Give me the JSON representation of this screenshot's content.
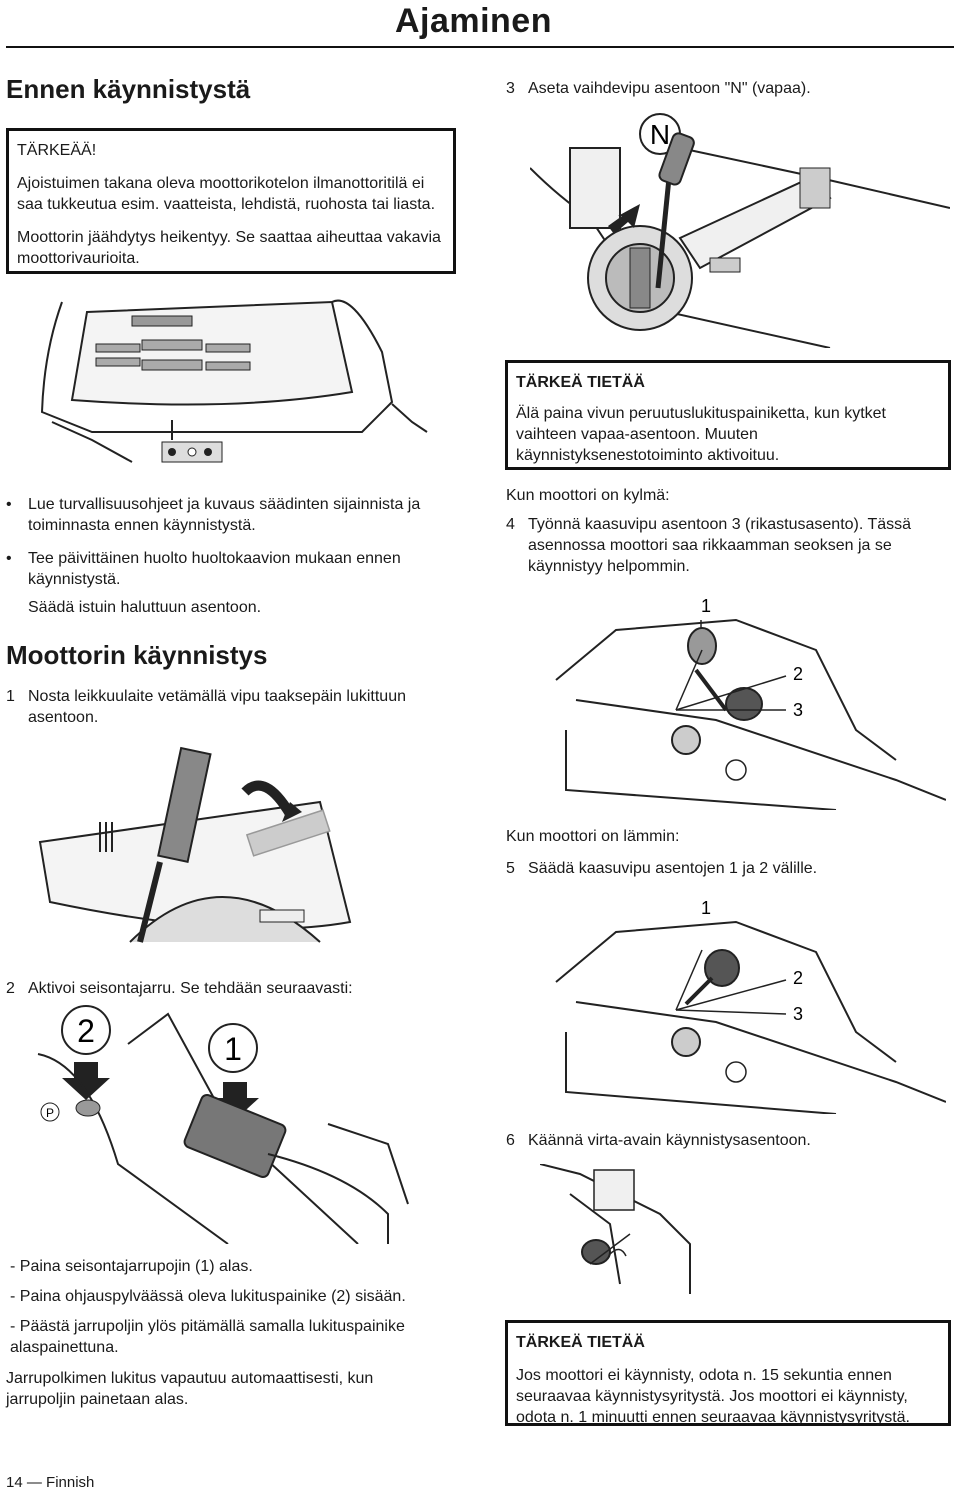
{
  "header": {
    "title": "Ajaminen"
  },
  "left": {
    "section_title": "Ennen käynnistystä",
    "warning": {
      "title": "TÄRKEÄÄ!",
      "p1": "Ajoistuimen takana oleva moottorikotelon ilmanottoritilä ei saa tukkeutua esim. vaatteista, lehdistä, ruohosta tai liasta.",
      "p2": "Moottorin jäähdytys heikentyy. Se saattaa aiheuttaa vakavia moottorivaurioita."
    },
    "bullets": [
      "Lue turvallisuusohjeet ja kuvaus säädinten sijainnista ja toiminnasta ennen käynnistystä.",
      "Tee päivittäinen huolto huoltokaavion mukaan ennen käynnistystä."
    ],
    "seat_text": "Säädä istuin haluttuun asentoon.",
    "start_title": "Moottorin käynnistys",
    "step1": {
      "num": "1",
      "text": "Nosta leikkuulaite vetämällä vipu taaksepäin lukittuun asentoon."
    },
    "step2": {
      "num": "2",
      "text": "Aktivoi seisontajarru. Se tehdään seuraavasti:"
    },
    "brake_labels": {
      "a": "2",
      "b": "1",
      "p": "P"
    },
    "dash_items": [
      "- Paina seisontajarrupojin (1) alas.",
      "- Paina ohjauspylväässä oleva lukituspainike (2) sisään.",
      "- Päästä jarrupoljin ylös pitämällä samalla lukituspainike alaspainettuna."
    ],
    "release_text": "Jarrupolkimen lukitus vapautuu automaattisesti, kun jarrupoljin painetaan alas."
  },
  "right": {
    "step3": {
      "num": "3",
      "text": "Aseta vaihdevipu asentoon \"N\" (vapaa)."
    },
    "n_label": "N",
    "info1": {
      "title": "TÄRKEÄ TIETÄÄ",
      "text": "Älä paina vivun peruutuslukituspainiketta, kun kytket vaihteen vapaa-asentoon. Muuten käynnistyksenestotoiminto aktivoituu."
    },
    "cold_label": "Kun moottori on kylmä:",
    "step4": {
      "num": "4",
      "text": "Työnnä kaasuvipu asentoon 3 (rikastusasento). Tässä asennossa moottori saa rikkaamman seoksen ja se käynnistyy helpommin."
    },
    "warm_label": "Kun moottori on lämmin:",
    "step5": {
      "num": "5",
      "text": "Säädä kaasuvipu asentojen 1 ja 2 välille."
    },
    "step6": {
      "num": "6",
      "text": "Käännä virta-avain käynnistysasentoon."
    },
    "throttle_labels": {
      "one": "1",
      "two": "2",
      "three": "3"
    },
    "info2": {
      "title": "TÄRKEÄ TIETÄÄ",
      "text": "Jos moottori ei käynnisty, odota n. 15 sekuntia ennen seuraavaa käynnistysyritystä. Jos moottori ei käynnisty, odota n. 1 minuutti ennen seuraavaa käynnistysyritystä."
    }
  },
  "footer": {
    "page": "14",
    "dash": "—",
    "lang": "Finnish"
  }
}
